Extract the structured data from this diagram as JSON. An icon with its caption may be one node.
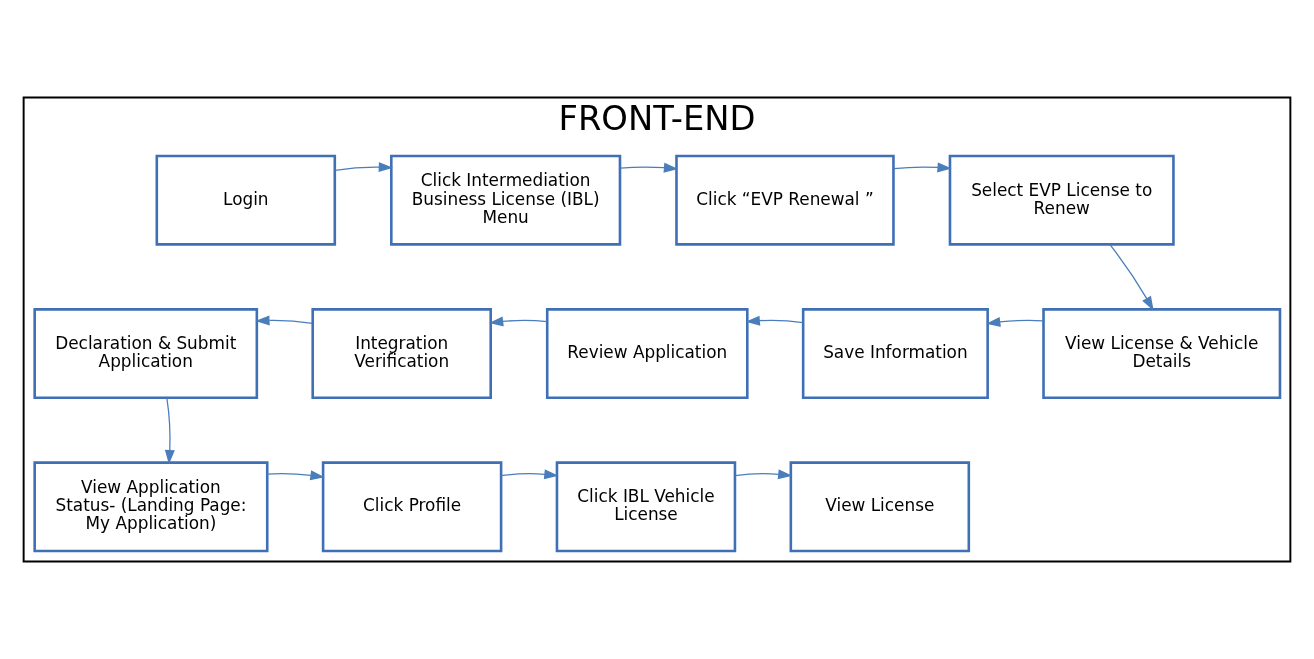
{
  "diagram": {
    "nodes": [
      {
        "text": [
          "FRONT-END"
        ]
      },
      {
        "text": [
          "Login"
        ],
        "in": 0
      },
      {
        "text": [
          "Click Intermediation Business License (IBL) Menu"
        ],
        "in": 0
      },
      {
        "text": [
          "Click “EVP Renewal ”"
        ],
        "in": 0
      },
      {
        "text": [
          "Select EVP License to Renew"
        ],
        "in": 0
      },
      {
        "text": [
          "View License & Vehicle Details"
        ],
        "in": 0
      },
      {
        "text": [
          "Save Information"
        ],
        "in": 0
      },
      {
        "text": [
          "Review Application"
        ],
        "in": 0
      },
      {
        "text": [
          "Integration Verification"
        ],
        "in": 0
      },
      {
        "text": [
          "Declaration & Submit Application"
        ],
        "in": 0
      },
      {
        "text": [
          "View Application Status- (Landing Page: My Application)"
        ],
        "in": 0
      },
      {
        "text": [
          "Click Profile"
        ],
        "in": 0
      },
      {
        "text": [
          "Click IBL Vehicle License"
        ],
        "in": 0
      },
      {
        "text": [
          "View License"
        ],
        "in": 0
      }
    ],
    "edges": [
      {
        "from": 1,
        "to": 2,
        "arrow": "to"
      },
      {
        "from": 2,
        "to": 3,
        "arrow": "to"
      },
      {
        "from": 3,
        "to": 4,
        "arrow": "to"
      },
      {
        "from": 4,
        "to": 5,
        "arrow": "to"
      },
      {
        "from": 5,
        "to": 6,
        "arrow": "to"
      },
      {
        "from": 6,
        "to": 7,
        "arrow": "to"
      },
      {
        "from": 7,
        "to": 8,
        "arrow": "to"
      },
      {
        "from": 8,
        "to": 9,
        "arrow": "to"
      },
      {
        "from": 9,
        "to": 10,
        "arrow": "to"
      },
      {
        "from": 10,
        "to": 11,
        "arrow": "to"
      },
      {
        "from": 11,
        "to": 12,
        "arrow": "to"
      },
      {
        "from": 12,
        "to": 13,
        "arrow": "to"
      }
    ]
  }
}
